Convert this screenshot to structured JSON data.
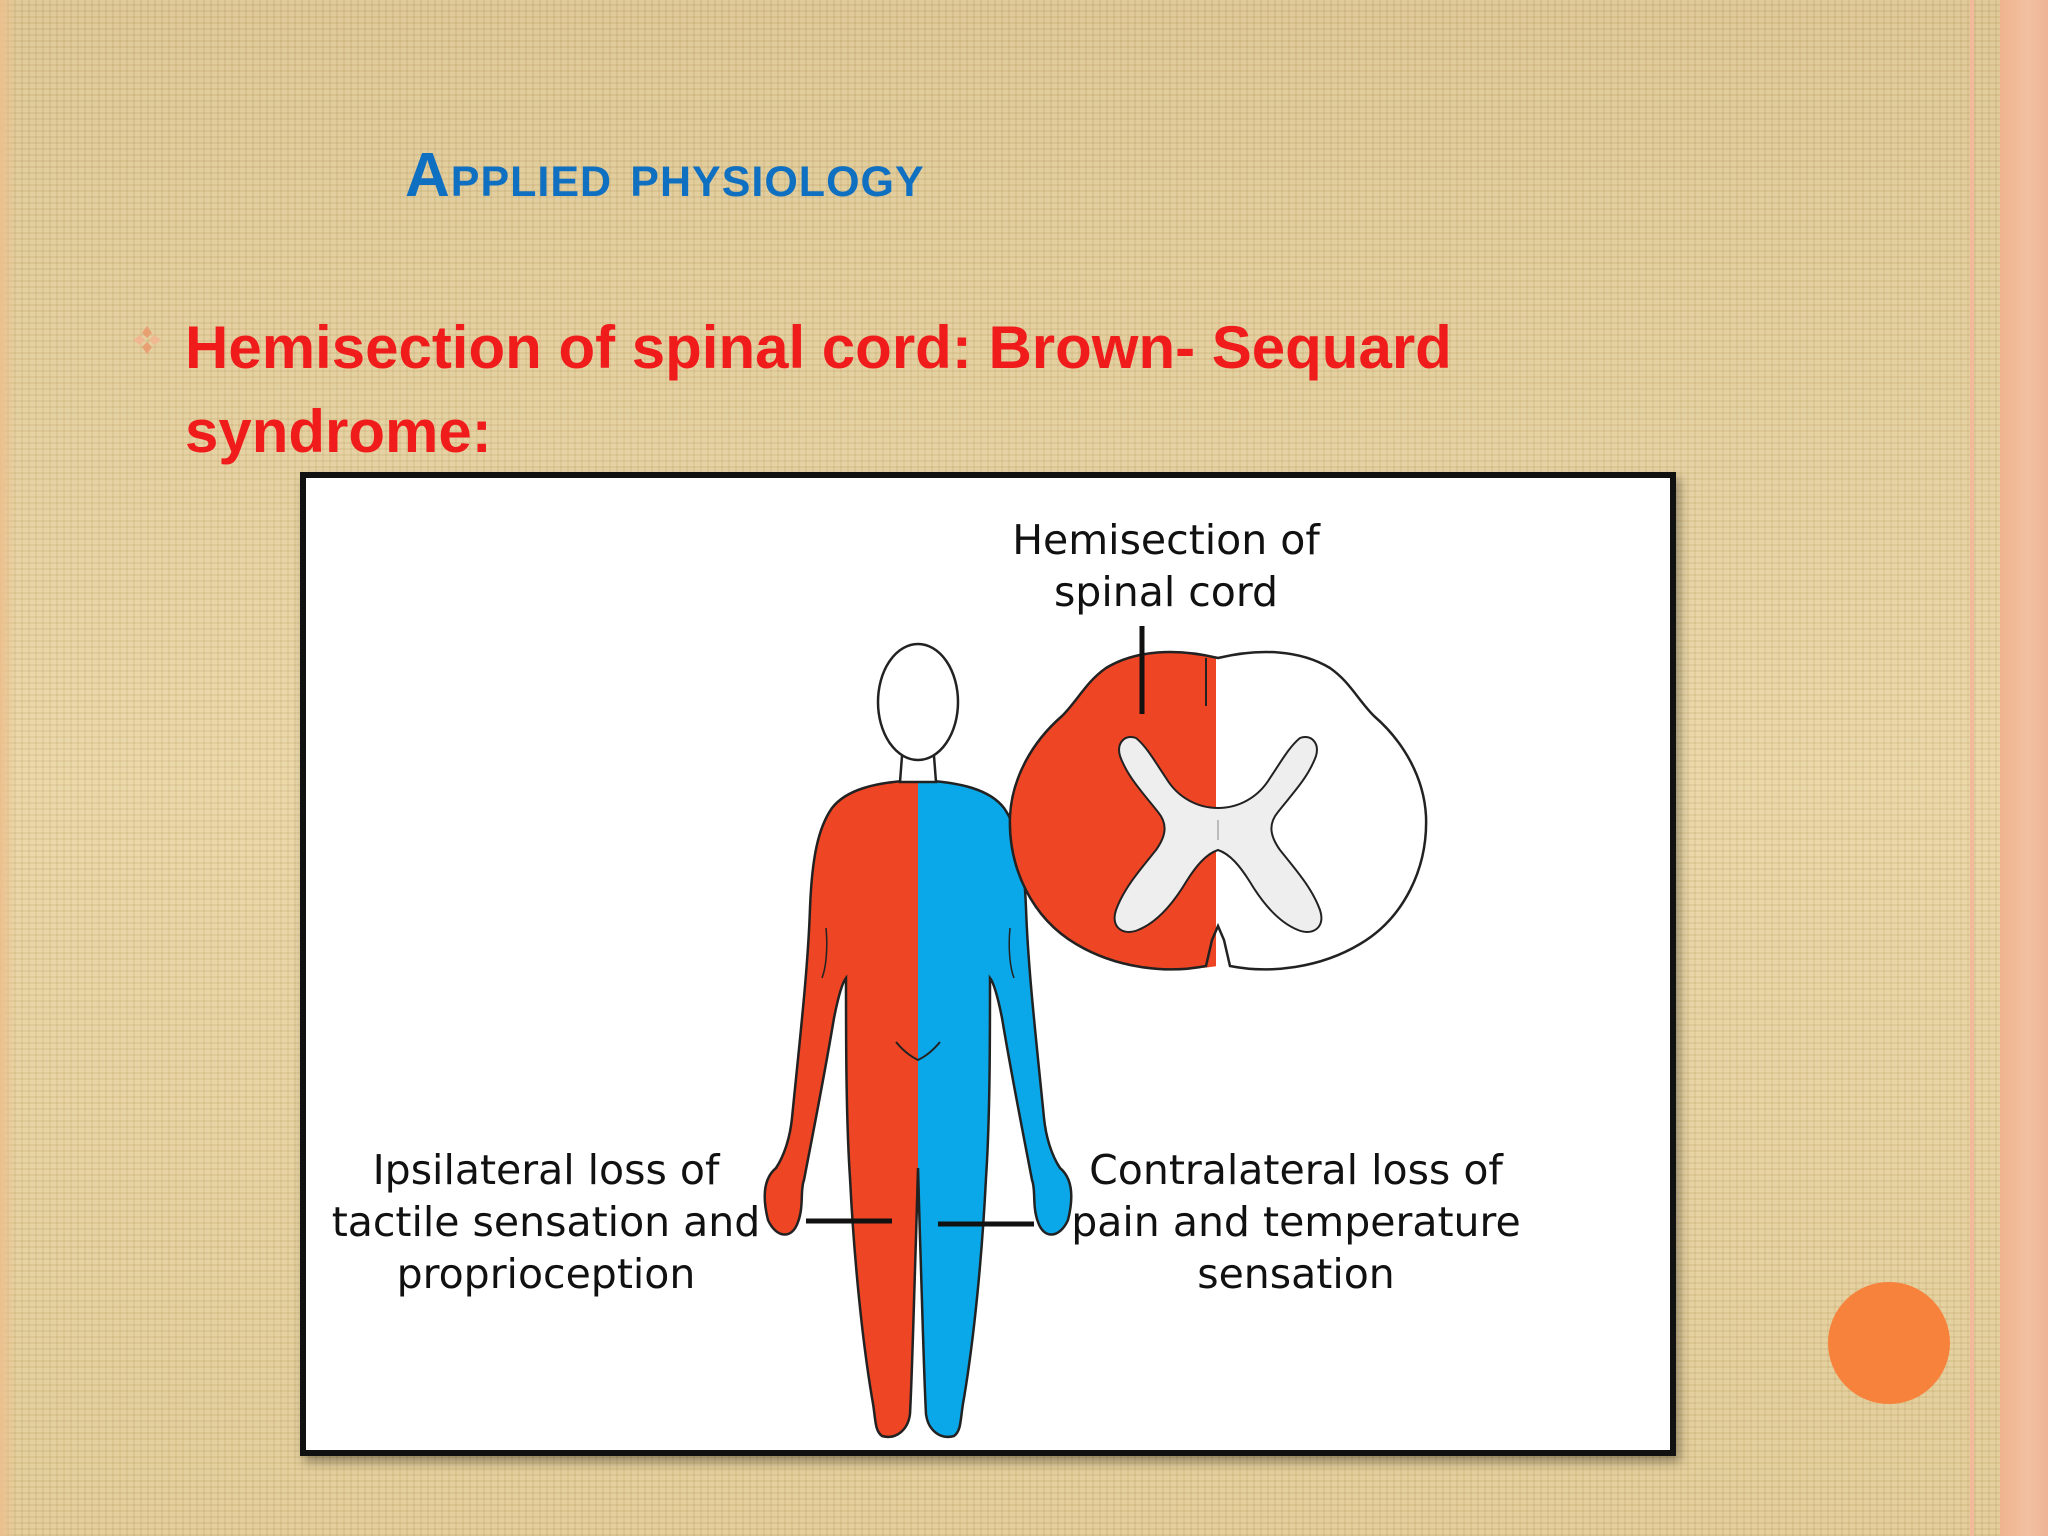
{
  "slide": {
    "title": "Applied physiology",
    "subtitle": "Hemisection of spinal cord: Brown- Sequard syndrome:"
  },
  "figure": {
    "labels": {
      "hemisection": "Hemisection of\nspinal cord",
      "ipsilateral": "Ipsilateral loss of\ntactile sensation and\nproprioception",
      "contralateral": "Contralateral loss of\npain and temperature\nsensation"
    }
  },
  "colors": {
    "title": "#0f6fc0",
    "subtitle": "#f01c1c",
    "ipsilateral_side": "#ee4524",
    "contralateral_side": "#0aa8e8",
    "accent_dot": "#f7823c",
    "bullet": "#e8a072"
  },
  "icons": {
    "bullet": "diamond-cluster-bullet-icon"
  }
}
